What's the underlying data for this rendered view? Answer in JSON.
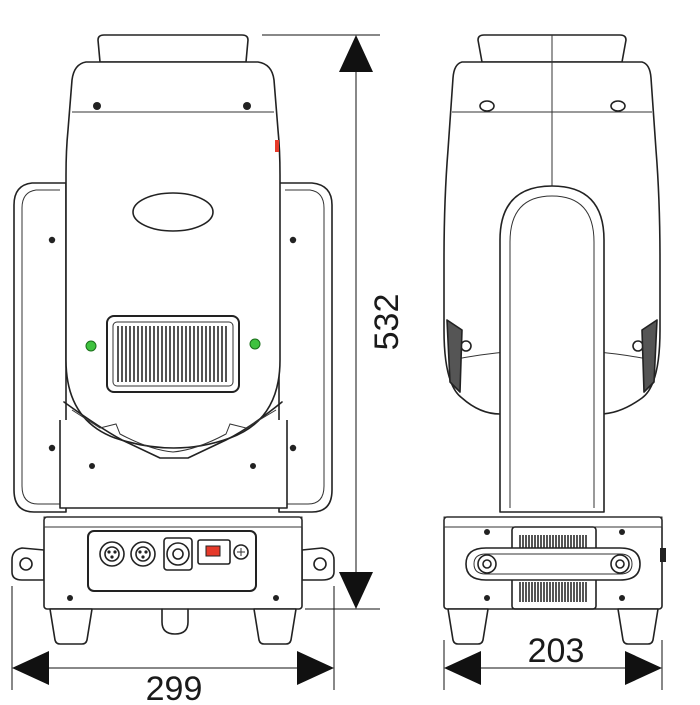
{
  "dimensions": {
    "height": "532",
    "front_width": "299",
    "side_width": "203"
  },
  "colors": {
    "indicator_led": "#3fc23f",
    "accent_red": "#e63a2a",
    "line": "#222222"
  }
}
